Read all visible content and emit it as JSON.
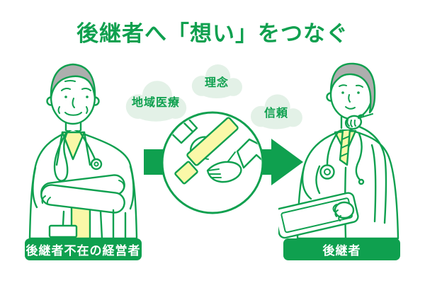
{
  "title": "後継者へ「想い」をつなぐ",
  "keywords": [
    {
      "label": "地域医療"
    },
    {
      "label": "理念"
    },
    {
      "label": "信頼"
    }
  ],
  "left_figure": {
    "label": "後継者不在の経営者",
    "icon": "senior-doctor-illustration"
  },
  "right_figure": {
    "label": "後継者",
    "icon": "young-doctor-illustration"
  },
  "center": {
    "icon": "baton-pass-handshake-icon"
  },
  "arrow": {
    "icon": "right-arrow-icon"
  },
  "bubble_icon": "thought-cloud-icon",
  "colors": {
    "green": "#0fa04f",
    "light_green": "#e3f1e7",
    "yellow": "#faf8a8",
    "gray_hair": "#aeaeae",
    "white": "#ffffff"
  }
}
